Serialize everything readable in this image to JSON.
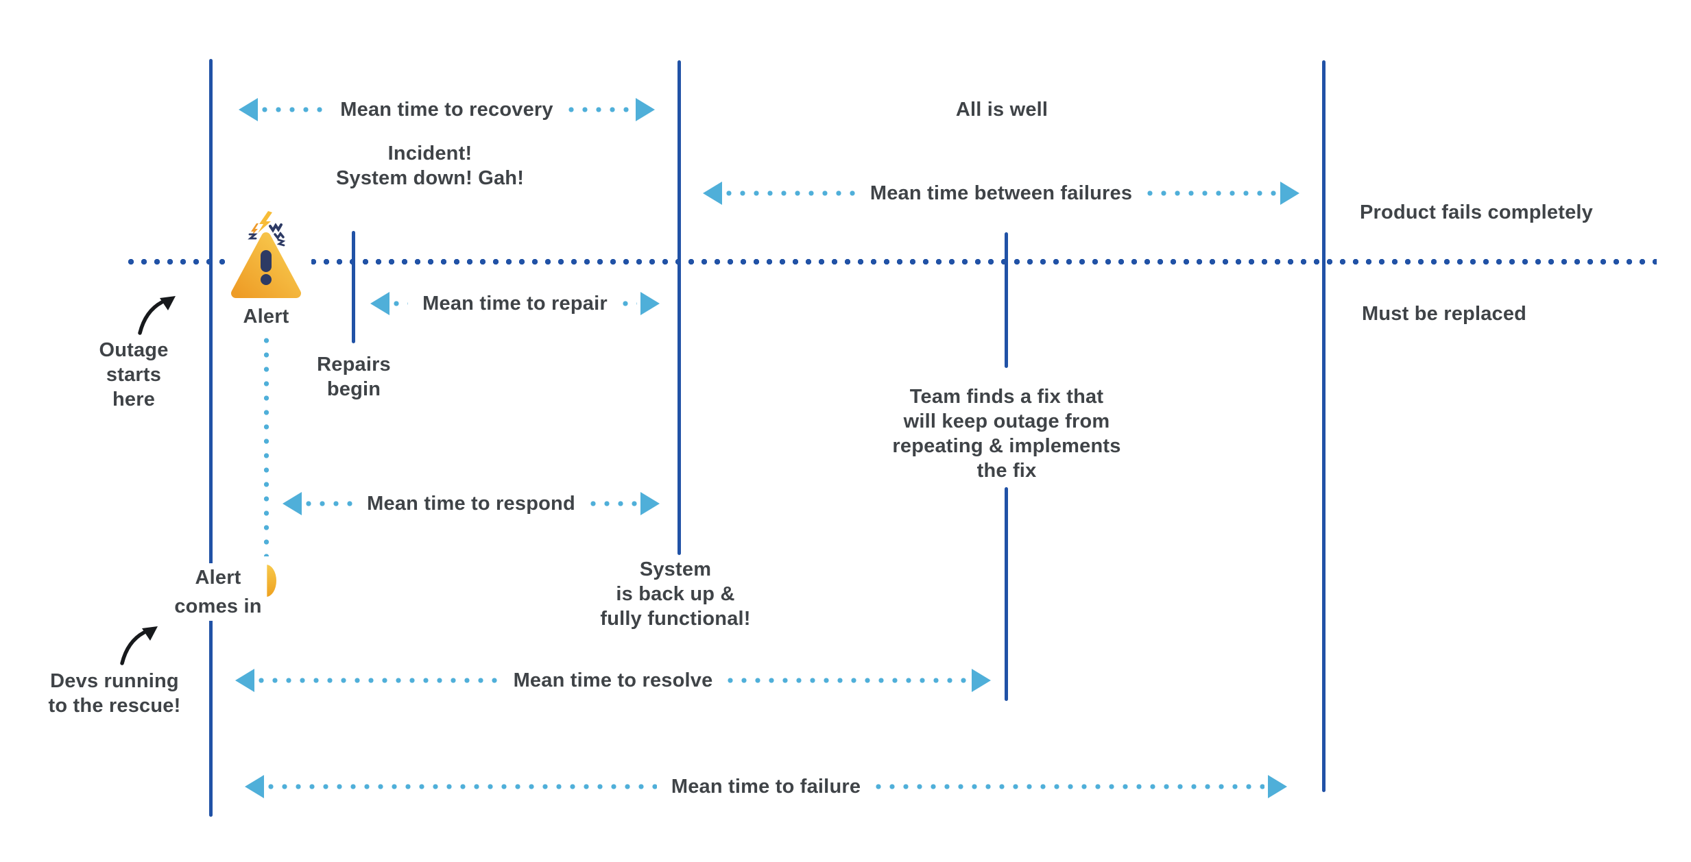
{
  "colors": {
    "navy_line": "#2152A6",
    "light_blue": "#4FAFD9",
    "text": "#3F4347",
    "curved_arrow_black": "#17191C",
    "triangle_yellow_top": "#F9CE52",
    "triangle_orange_bottom": "#EE9C26",
    "exclamation_navy": "#2D3A64",
    "alert_dot_top": "#F7C94B",
    "alert_dot_bottom": "#EEA11F",
    "background": "#FFFFFF"
  },
  "arrows": {
    "recovery": "Mean time to recovery",
    "between_failures": "Mean time between failures",
    "repair": "Mean time to repair",
    "respond": "Mean time to respond",
    "resolve": "Mean time to resolve",
    "failure": "Mean time to failure"
  },
  "annotations": {
    "all_is_well": "All is well",
    "incident": "Incident!\nSystem down! Gah!",
    "product_fails": "Product fails completely",
    "must_be_replaced": "Must be replaced",
    "alert": "Alert",
    "repairs_begin": "Repairs\nbegin",
    "outage_starts": "Outage\nstarts\nhere",
    "alert_comes_in": "Alert\ncomes in",
    "system_back": "System\nis back up &\nfully functional!",
    "team_fix": "Team finds a fix that\nwill keep outage from\nrepeating & implements\nthe fix",
    "devs_running": "Devs running\nto the rescue!"
  },
  "icons": {
    "warning_triangle": "triangle-with-exclamation-and-sparks",
    "alert_received_dot": "orange-filled-dot",
    "outage_pointer": "black-curved-arrow-up-right",
    "devs_pointer": "black-curved-arrow-up-right",
    "arrowheads": "light-blue-solid-triangles",
    "dotted_lines": "round-dot-dashes"
  }
}
